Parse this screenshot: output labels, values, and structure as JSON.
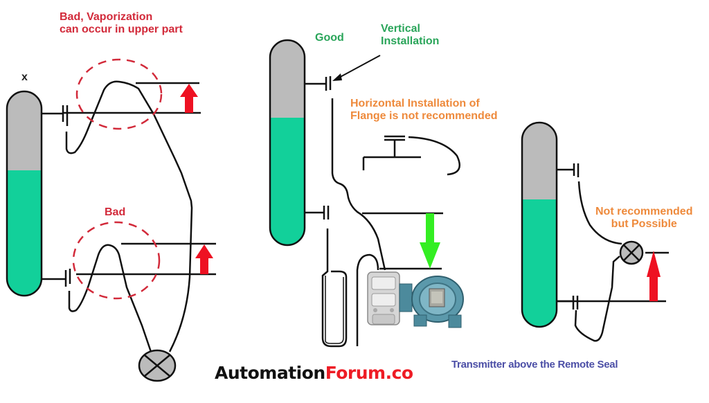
{
  "colors": {
    "liquid": "#12d09a",
    "vapor": "#bbbbbb",
    "bad_text": "#d22a3a",
    "good_text": "#2aa55a",
    "warning_text": "#ee8a3c",
    "caption_text": "#4b4ea6",
    "up_arrow": "#ee1122",
    "down_arrow": "#33ee22",
    "brand_dark": "#111111",
    "brand_red": "#ee1c25"
  },
  "labels": {
    "bad_top_line1": "Bad, Vaporization",
    "bad_top_line2": "can occur in upper part",
    "bad_bottom": "Bad",
    "vessel_marker": "x",
    "good": "Good",
    "vertical_line1": "Vertical",
    "vertical_line2": "Installation",
    "horizontal_line1": "Horizontal Installation of",
    "horizontal_line2": "Flange is not recommended",
    "not_recommended_line1": "Not recommended",
    "not_recommended_line2": "but Possible",
    "transmitter_caption": "Transmitter above the Remote Seal"
  },
  "brand": {
    "part1": "Automation",
    "part2": "Forum.co"
  },
  "panels": [
    {
      "name": "bad-installation",
      "status": "Bad"
    },
    {
      "name": "good-vertical-installation",
      "status": "Good"
    },
    {
      "name": "transmitter-above-seal",
      "status": "Not recommended but Possible"
    }
  ]
}
